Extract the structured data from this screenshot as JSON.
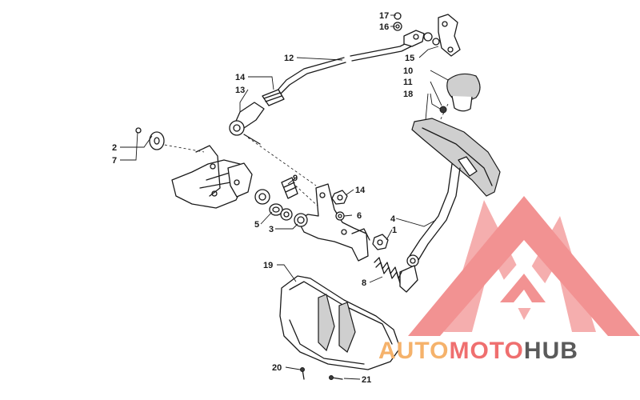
{
  "callouts": {
    "c1": "1",
    "c2": "2",
    "c3": "3",
    "c4": "4",
    "c5": "5",
    "c6": "6",
    "c7": "7",
    "c8": "8",
    "c9": "9",
    "c10": "10",
    "c11": "11",
    "c12": "12",
    "c13": "13",
    "c14a": "14",
    "c14b": "14",
    "c15": "15",
    "c16": "16",
    "c17": "17",
    "c18": "18",
    "c19": "19",
    "c20": "20",
    "c21": "21"
  },
  "watermark": {
    "part1": "AUTO",
    "part2": "MOTO",
    "part3": "HUB",
    "color_auto": "#f5b26b",
    "color_moto": "#ef6f6f",
    "color_hub": "#5a5a5a",
    "logo_color": "#f08080"
  }
}
